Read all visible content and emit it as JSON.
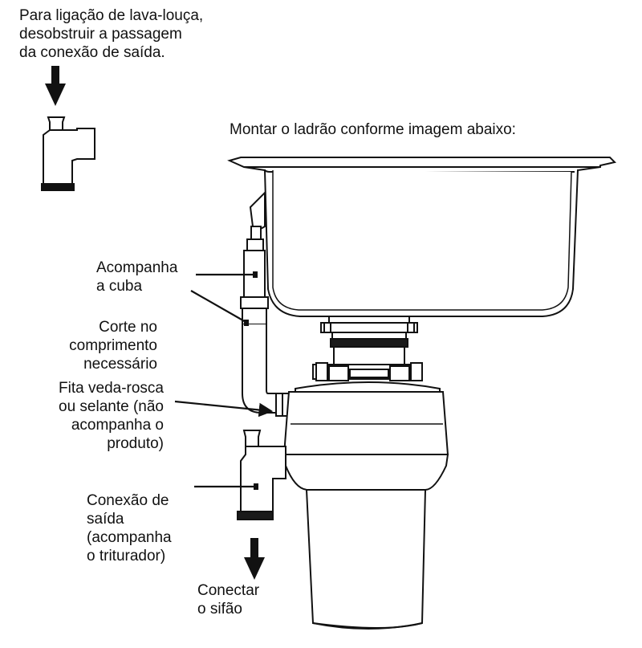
{
  "labels": {
    "dishwasher_note": "Para ligação de lava-louça,\ndesobstruir a passagem\nda conexão de saída.",
    "mount_note": "Montar o ladrão conforme imagem abaixo:",
    "comes_with_sink": "Acompanha\na cuba",
    "cut_length": "Corte no\ncomprimento\nnecessário",
    "thread_tape": "Fita veda-rosca\nou selante (não\nacompanha o\nproduto)",
    "outlet_connection": "Conexão de\nsaída\n(acompanha\no triturador)",
    "connect_trap": "Conectar\no sifão"
  },
  "colors": {
    "line": "#111111",
    "fill": "#ffffff",
    "band": "#1a1a1a"
  }
}
